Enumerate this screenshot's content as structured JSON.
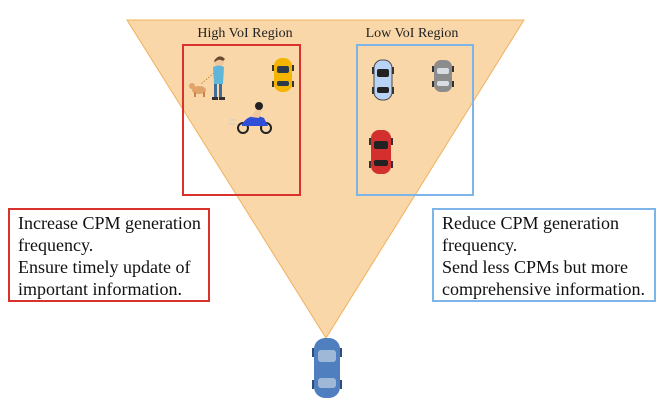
{
  "regions": {
    "high": {
      "label": "High VoI Region",
      "color": "#d9312b"
    },
    "low": {
      "label": "Low VoI Region",
      "color": "#7db4ea"
    }
  },
  "notes": {
    "high": {
      "line1": "Increase CPM generation",
      "line2": "frequency.",
      "line3": "Ensure timely update of",
      "line4": "important information."
    },
    "low": {
      "line1": "Reduce CPM generation",
      "line2": "frequency.",
      "line3": "Send less CPMs but more",
      "line4": "comprehensive information."
    }
  },
  "colors": {
    "sensing_cone": "#f9d7a8",
    "sensing_cone_edge": "#f1b15e",
    "ego_vehicle": "#4f7fbf"
  }
}
